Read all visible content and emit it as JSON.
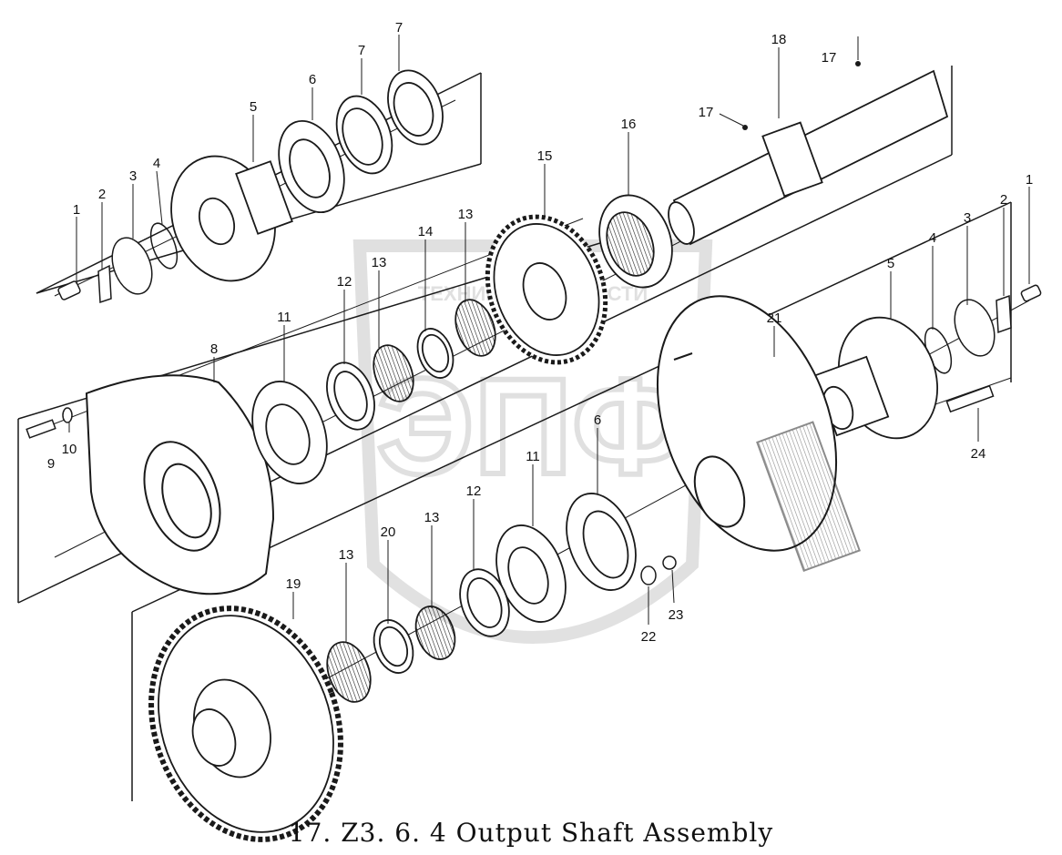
{
  "caption": "17. Z3. 6. 4 Output Shaft Assembly",
  "watermark": {
    "text": "ТЕХНИКА И ЗАПЧАСТИ",
    "logo_letters": "ЭПФ"
  },
  "callouts": {
    "c1a": "1",
    "c2a": "2",
    "c3a": "3",
    "c4a": "4",
    "c5a": "5",
    "c6a": "6",
    "c7a": "7",
    "c7b": "7",
    "c1b": "1",
    "c2b": "2",
    "c3b": "3",
    "c4b": "4",
    "c5b": "5",
    "c6b": "6",
    "c8": "8",
    "c9": "9",
    "c10": "10",
    "c11a": "11",
    "c11b": "11",
    "c12a": "12",
    "c12b": "12",
    "c13a": "13",
    "c13b": "13",
    "c13c": "13",
    "c13d": "13",
    "c14": "14",
    "c15": "15",
    "c16": "16",
    "c17a": "17",
    "c17b": "17",
    "c18": "18",
    "c19": "19",
    "c20": "20",
    "c21": "21",
    "c22": "22",
    "c23": "23",
    "c24": "24"
  },
  "colors": {
    "line": "#1a1a1a",
    "watermark": "#c8c8c8"
  }
}
